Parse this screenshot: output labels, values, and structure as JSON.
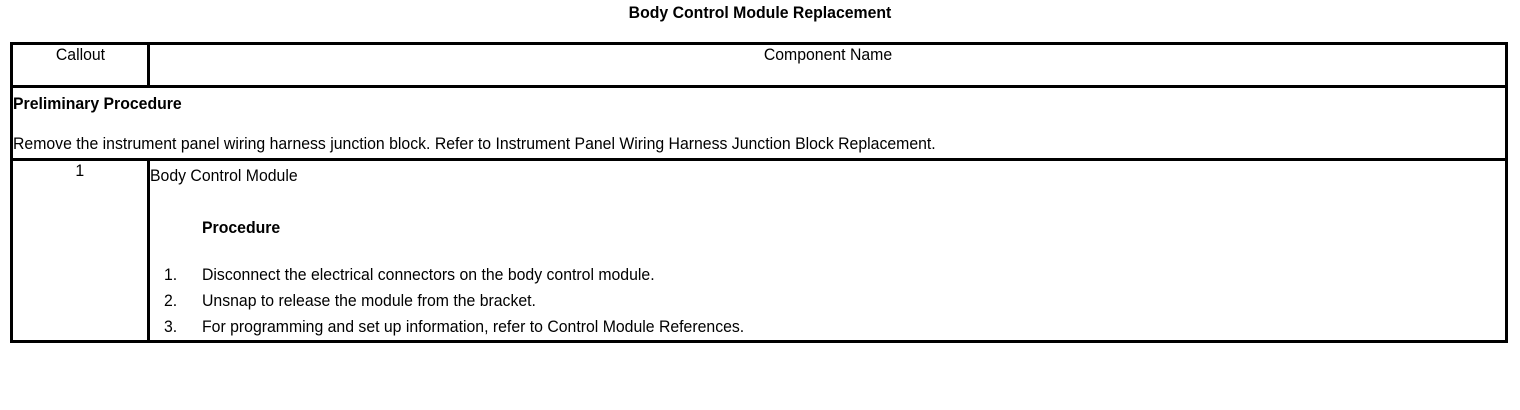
{
  "document": {
    "title": "Body Control Module Replacement"
  },
  "table": {
    "headers": {
      "callout": "Callout",
      "component_name": "Component Name"
    },
    "preliminary": {
      "heading": "Preliminary Procedure",
      "text": "Remove the instrument panel wiring harness junction block. Refer to Instrument Panel Wiring Harness Junction Block Replacement."
    },
    "rows": [
      {
        "callout": "1",
        "component_name": "Body Control Module",
        "procedure_heading": "Procedure",
        "steps": [
          {
            "number": "1.",
            "text": "Disconnect the electrical connectors on the body control module."
          },
          {
            "number": "2.",
            "text": "Unsnap to release the module from the bracket."
          },
          {
            "number": "3.",
            "text": "For programming and set up information, refer to Control Module References."
          }
        ]
      }
    ]
  }
}
